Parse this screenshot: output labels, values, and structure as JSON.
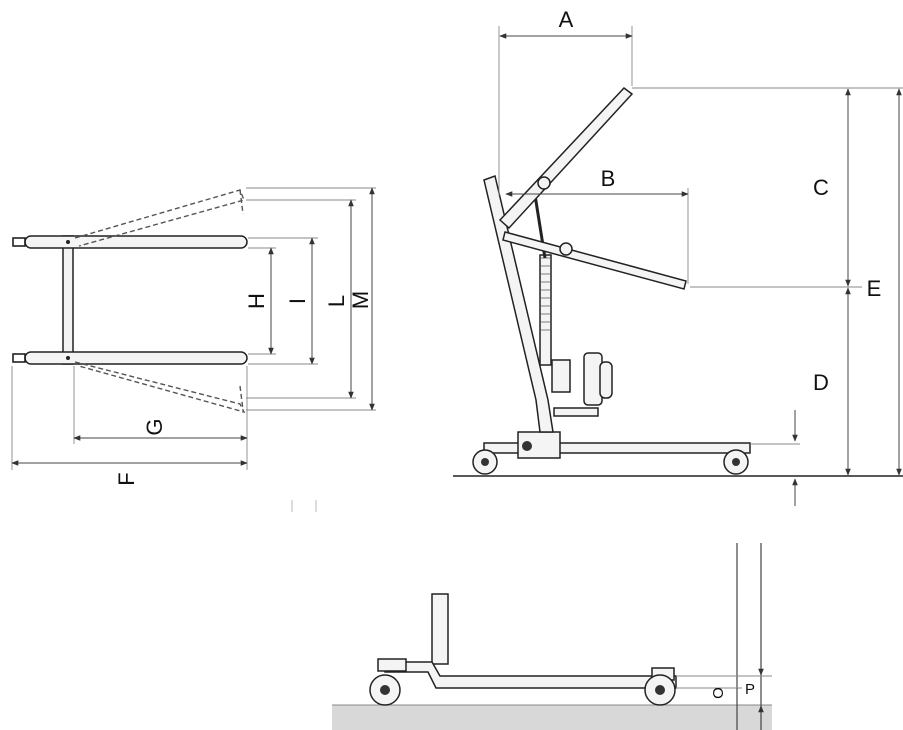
{
  "labels": {
    "A": "A",
    "B": "B",
    "C": "C",
    "D": "D",
    "E": "E",
    "F": "F",
    "G": "G",
    "H": "H",
    "I": "I",
    "L": "L",
    "M": "M",
    "O": "O",
    "P": "P"
  }
}
